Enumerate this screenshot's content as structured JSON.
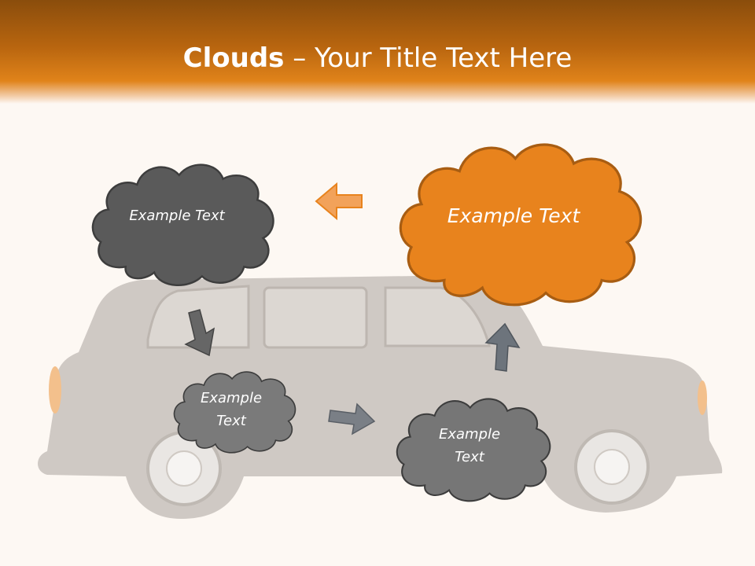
{
  "slide": {
    "title_bold": "Clouds",
    "title_dash": " – ",
    "title_rest": "Your Title Text Here"
  },
  "clouds": {
    "top_left": {
      "text": "Example Text",
      "color": "#5a5a5a"
    },
    "top_right": {
      "text": "Example Text",
      "color": "#e8831d"
    },
    "middle_left": {
      "line1": "Example",
      "line2": "Text",
      "color": "#7a7a7a"
    },
    "bottom_right": {
      "line1": "Example",
      "line2": "Text",
      "color": "#767676"
    }
  },
  "arrows": {
    "left_arrow": {
      "icon": "arrow-left-icon",
      "color": "#f2a25a"
    },
    "down_right_arrow": {
      "icon": "arrow-down-right-icon",
      "color": "#666666"
    },
    "right_arrow": {
      "icon": "arrow-right-icon",
      "color": "#7a7f86"
    },
    "up_arrow": {
      "icon": "arrow-up-icon",
      "color": "#6d747c"
    }
  },
  "background_image": {
    "icon": "taxi-car-icon"
  },
  "colors": {
    "header_dark": "#8a4d0c",
    "header_light": "#e0831a",
    "background": "#fdf8f3",
    "accent_orange": "#e8831d"
  }
}
